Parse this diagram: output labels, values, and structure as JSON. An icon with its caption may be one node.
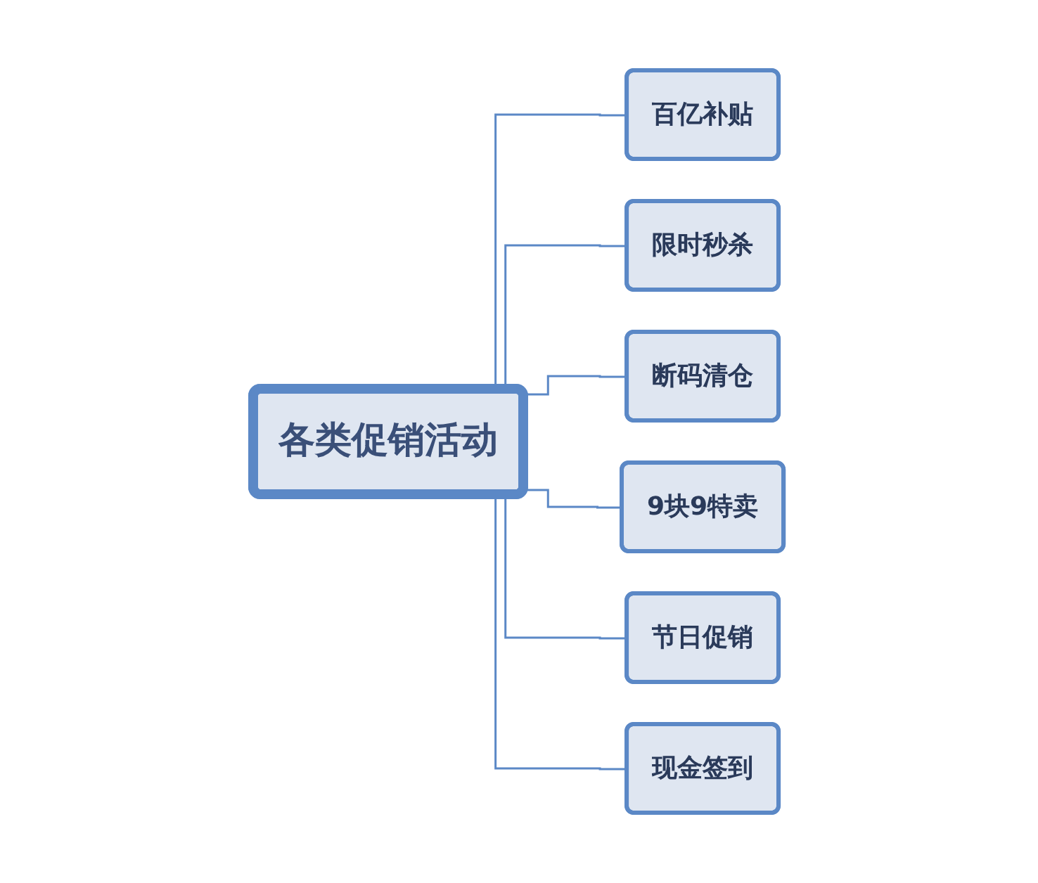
{
  "diagram": {
    "nodes": [
      {
        "text": [
          "各类促销活动"
        ]
      },
      {
        "text": [
          "百亿补贴"
        ]
      },
      {
        "text": [
          "限时秒杀"
        ]
      },
      {
        "text": [
          "断码清仓"
        ]
      },
      {
        "text": [
          "9块9特卖"
        ]
      },
      {
        "text": [
          "节日促销"
        ]
      },
      {
        "text": [
          "现金签到"
        ]
      }
    ],
    "edges": [
      {
        "from": 0,
        "to": 1,
        "arrow": "none"
      },
      {
        "from": 0,
        "to": 2,
        "arrow": "none"
      },
      {
        "from": 0,
        "to": 3,
        "arrow": "none"
      },
      {
        "from": 0,
        "to": 4,
        "arrow": "none"
      },
      {
        "from": 0,
        "to": 5,
        "arrow": "none"
      },
      {
        "from": 0,
        "to": 6,
        "arrow": "none"
      }
    ]
  }
}
